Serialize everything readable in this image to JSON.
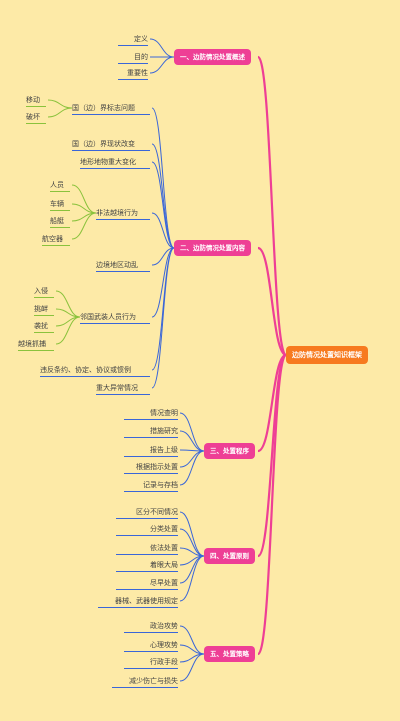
{
  "root": "边防情况处置知识框架",
  "branches": [
    {
      "title": "一、边防情况处置概述",
      "children": [
        {
          "label": "定义"
        },
        {
          "label": "目的"
        },
        {
          "label": "重要性"
        }
      ]
    },
    {
      "title": "二、边防情况处置内容",
      "children": [
        {
          "label": "国（边）界标志问题",
          "children": [
            "移动",
            "破坏"
          ]
        },
        {
          "label": "国（边）界现状改变"
        },
        {
          "label": "地形地物重大变化"
        },
        {
          "label": "非法越境行为",
          "children": [
            "人员",
            "车辆",
            "船艇",
            "航空器"
          ]
        },
        {
          "label": "边境地区动乱"
        },
        {
          "label": "邻国武装人员行为",
          "children": [
            "入侵",
            "挑衅",
            "袭扰",
            "越境抓捕"
          ]
        },
        {
          "label": "违反条约、协定、协议或惯例"
        },
        {
          "label": "重大异常情况"
        }
      ]
    },
    {
      "title": "三、处置程序",
      "children": [
        {
          "label": "情况查明"
        },
        {
          "label": "措施研究"
        },
        {
          "label": "报告上级"
        },
        {
          "label": "根据指示处置"
        },
        {
          "label": "记录与存档"
        }
      ]
    },
    {
      "title": "四、处置原则",
      "children": [
        {
          "label": "区分不同情况"
        },
        {
          "label": "分类处置"
        },
        {
          "label": "依法处置"
        },
        {
          "label": "着眼大局"
        },
        {
          "label": "尽早处置"
        },
        {
          "label": "器械、武器使用规定"
        }
      ]
    },
    {
      "title": "五、处置策略",
      "children": [
        {
          "label": "政治攻势"
        },
        {
          "label": "心理攻势"
        },
        {
          "label": "行政手段"
        },
        {
          "label": "减少伤亡与损失"
        }
      ]
    }
  ],
  "colors": {
    "background": "#fdeaa7",
    "root": "#f77a1f",
    "branch": "#ee3f95",
    "level2_line": "#3a66d8",
    "level3_line": "#8ac23c"
  }
}
